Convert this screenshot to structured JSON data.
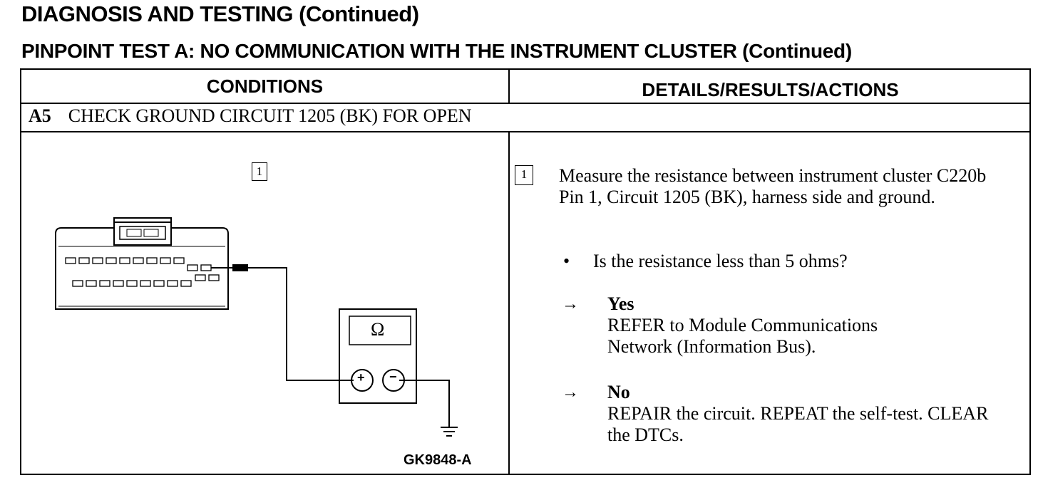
{
  "header": {
    "title": "DIAGNOSIS AND TESTING (Continued)",
    "test_title": "PINPOINT TEST A:  NO COMMUNICATION WITH THE INSTRUMENT CLUSTER (Continued)"
  },
  "table": {
    "col_conditions": "CONDITIONS",
    "col_details": "DETAILS/RESULTS/ACTIONS",
    "step_id": "A5",
    "step_title": "CHECK GROUND CIRCUIT 1205 (BK) FOR OPEN"
  },
  "diagram": {
    "step_marker": "1",
    "meter_symbol": "Ω",
    "plus": "+",
    "minus": "−",
    "figure_id": "GK9848-A"
  },
  "details": {
    "step_marker": "1",
    "instruction": "Measure the resistance between instrument cluster C220b Pin 1, Circuit 1205 (BK), harness side and ground.",
    "bullet": "•",
    "question": "Is the resistance less than 5 ohms?",
    "arrow": "→",
    "yes_label": "Yes",
    "yes_action": "REFER to Module Communications Network (Information Bus).",
    "no_label": "No",
    "no_action": "REPAIR the circuit. REPEAT the self-test. CLEAR the DTCs."
  }
}
